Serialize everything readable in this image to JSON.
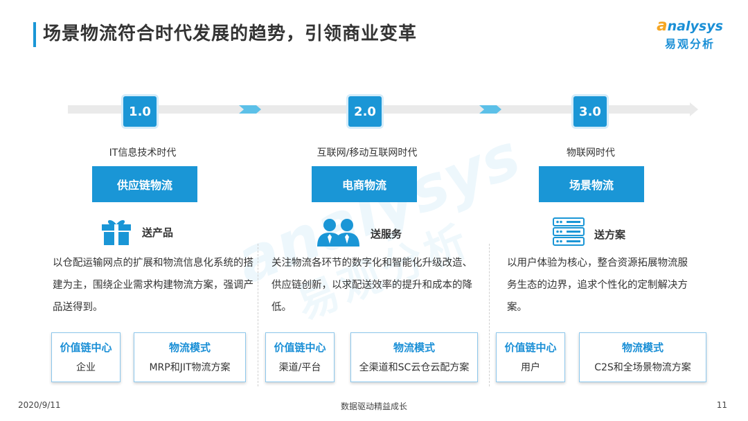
{
  "header": {
    "title": "场景物流符合时代发展的趋势，引领商业变革"
  },
  "logo": {
    "en_initial": "a",
    "en_rest": "nalysys",
    "cn": "易观分析"
  },
  "watermark": {
    "en": "analysys",
    "cn": "易观分析"
  },
  "stages": [
    {
      "version": "1.0",
      "era": "IT信息技术时代",
      "mode": "供应链物流",
      "delivers": "送产品",
      "icon": "gift-icon",
      "description": "以仓配运输网点的扩展和物流信息化系统的搭建为主，围绕企业需求构建物流方案，强调产品送得到。",
      "value_center": {
        "label": "价值链中心",
        "value": "企业"
      },
      "logistics_model": {
        "label": "物流模式",
        "value": "MRP和JIT物流方案"
      }
    },
    {
      "version": "2.0",
      "era": "互联网/移动互联网时代",
      "mode": "电商物流",
      "delivers": "送服务",
      "icon": "users-icon",
      "description": "关注物流各环节的数字化和智能化升级改造、供应链创新，以求配送效率的提升和成本的降低。",
      "value_center": {
        "label": "价值链中心",
        "value": "渠道/平台"
      },
      "logistics_model": {
        "label": "物流模式",
        "value": "全渠道和SC云仓云配方案"
      }
    },
    {
      "version": "3.0",
      "era": "物联网时代",
      "mode": "场景物流",
      "delivers": "送方案",
      "icon": "server-icon",
      "description": "以用户体验为核心，整合资源拓展物流服务生态的边界，追求个性化的定制解决方案。",
      "value_center": {
        "label": "价值链中心",
        "value": "用户"
      },
      "logistics_model": {
        "label": "物流模式",
        "value": "C2S和全场景物流方案"
      }
    }
  ],
  "footer": {
    "date": "2020/9/11",
    "slogan": "数据驱动精益成长",
    "page": "11"
  },
  "colors": {
    "primary": "#1a96d6",
    "accent_orange": "#f5a623",
    "chevron": "#5cc0e8",
    "timeline": "#eaeaea"
  }
}
